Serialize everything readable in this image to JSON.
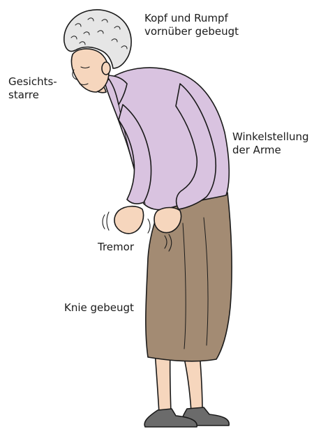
{
  "labels": {
    "head_trunk": [
      "Kopf und Rumpf",
      "vornüber gebeugt"
    ],
    "face": [
      "Gesichts-",
      "starre"
    ],
    "arms": [
      "Winkelstellung",
      "der Arme"
    ],
    "tremor": "Tremor",
    "knee": "Knie gebeugt"
  },
  "colors": {
    "blouse": "#d9c3e0",
    "skirt": "#a38b73",
    "skin": "#f6d6bd",
    "hair": "#e6e6e6",
    "shoes": "#6b6b6b",
    "outline": "#1a1a1a"
  }
}
